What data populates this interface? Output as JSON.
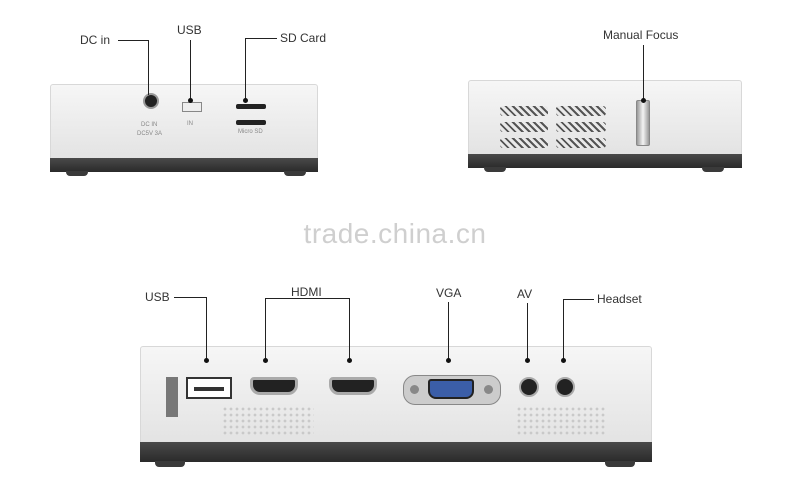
{
  "panels": {
    "top_left": {
      "callouts": [
        "DC in",
        "USB",
        "SD Card"
      ],
      "port_marks": [
        "DC IN",
        "DC5V 3A",
        "IN",
        "Micro SD"
      ]
    },
    "top_right": {
      "callouts": [
        "Manual Focus"
      ]
    },
    "bottom": {
      "callouts": [
        "USB",
        "HDMI",
        "VGA",
        "AV",
        "Headset"
      ]
    }
  },
  "watermark": "trade.china.cn"
}
